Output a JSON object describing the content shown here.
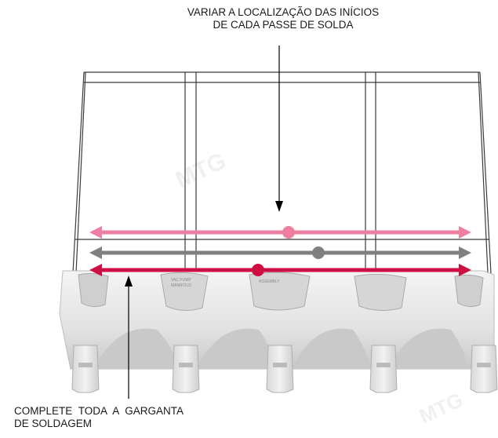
{
  "diagram": {
    "top_caption": {
      "line1": "VARIAR A LOCALIZAÇÃO DAS INÍCIOS",
      "line2": "DE CADA PASSE DE SOLDA"
    },
    "bottom_caption": {
      "line1": "COMPLETE TODA A GARGANTA",
      "line2": "DE SOLDAGEM"
    },
    "part_labels": [
      "VAC PUMP",
      "MANIFOLD",
      "ASSEMBLY"
    ],
    "watermark_text": "MTG",
    "colors": {
      "pass_1": "#ee7fa0",
      "pass_2": "#808080",
      "pass_3": "#cf0f44",
      "casting_light": "#ececec",
      "casting_shadow": "#c4c4c4",
      "outline": "#333333"
    },
    "icons": {
      "arrow_down": "arrow-down-icon",
      "arrow_up": "arrow-up-icon"
    }
  }
}
